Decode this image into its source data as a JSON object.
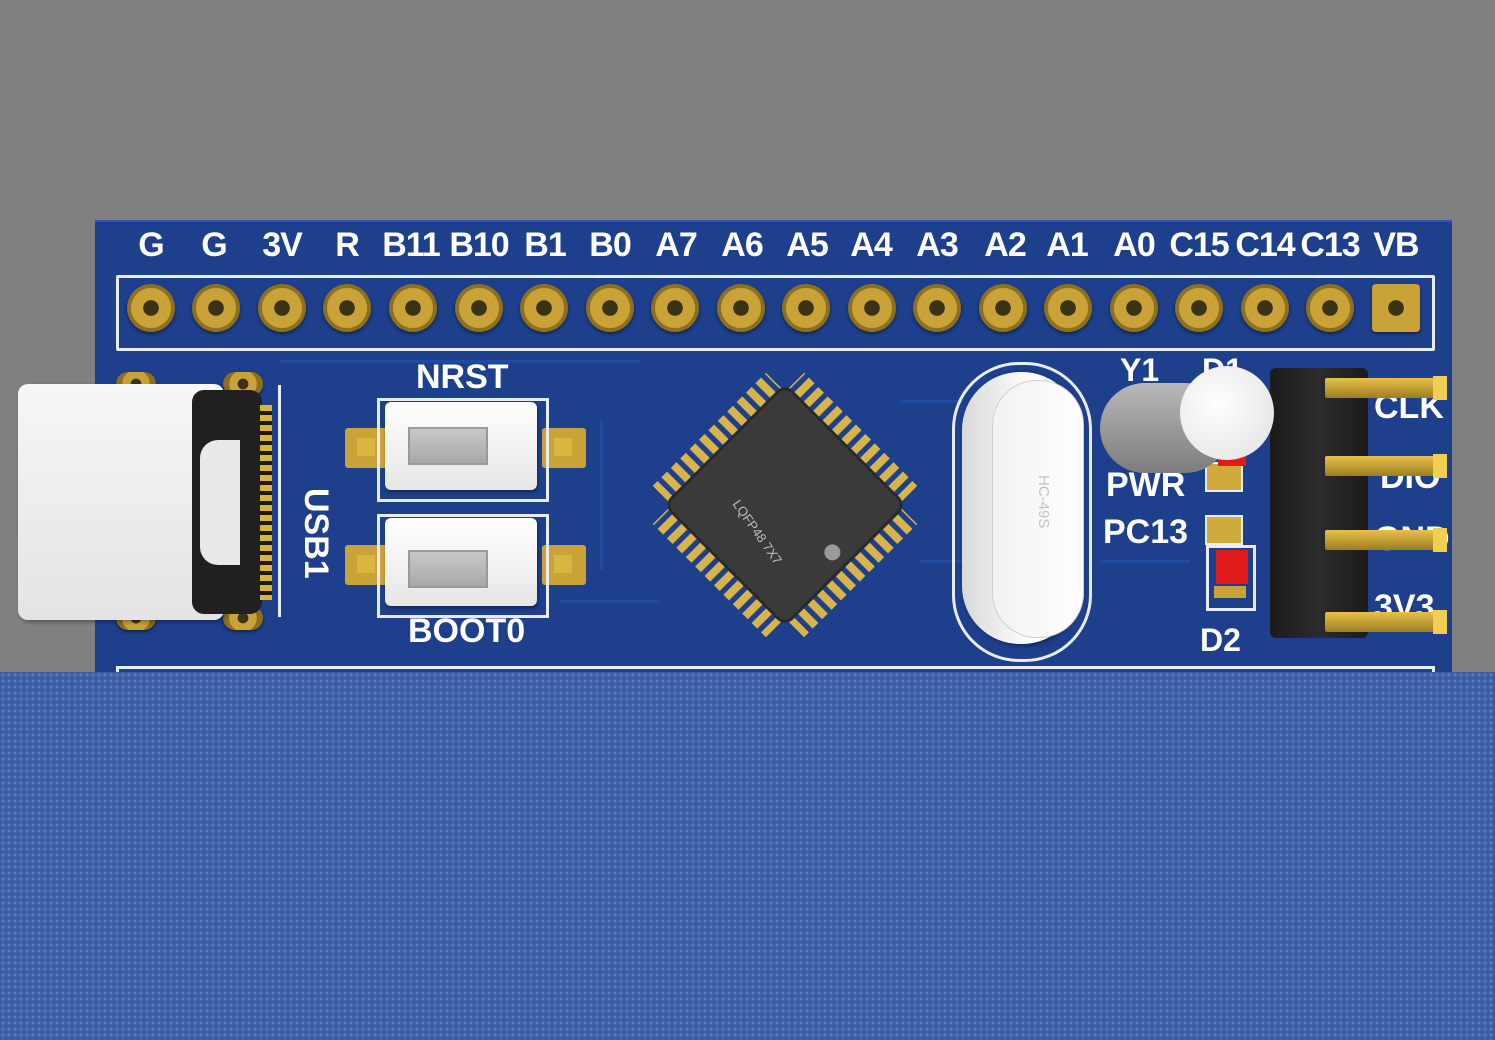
{
  "board": {
    "top_pins": [
      "G",
      "G",
      "3V",
      "R",
      "B11",
      "B10",
      "B1",
      "B0",
      "A7",
      "A6",
      "A5",
      "A4",
      "A3",
      "A2",
      "A1",
      "A0",
      "C15",
      "C14",
      "C13",
      "VB"
    ],
    "swd_pins": [
      "CLK",
      "DIO",
      "GND",
      "3V3"
    ],
    "components": {
      "usb": "USB1",
      "reset_button": "NRST",
      "boot_button": "BOOT0",
      "crystal": "Y1",
      "crystal_marking": "HC-49S",
      "chip_marking": "LQFP48 7X7",
      "led_power_ref": "D1",
      "led_power_label": "PWR",
      "led_user_label": "PC13",
      "led_user_ref": "D2"
    },
    "colors": {
      "solder_mask": "#1d3f8c",
      "silkscreen": "#ffffff",
      "copper": "#c9a338",
      "background": "#808080",
      "overlay_plane": "#3f63a6"
    }
  }
}
